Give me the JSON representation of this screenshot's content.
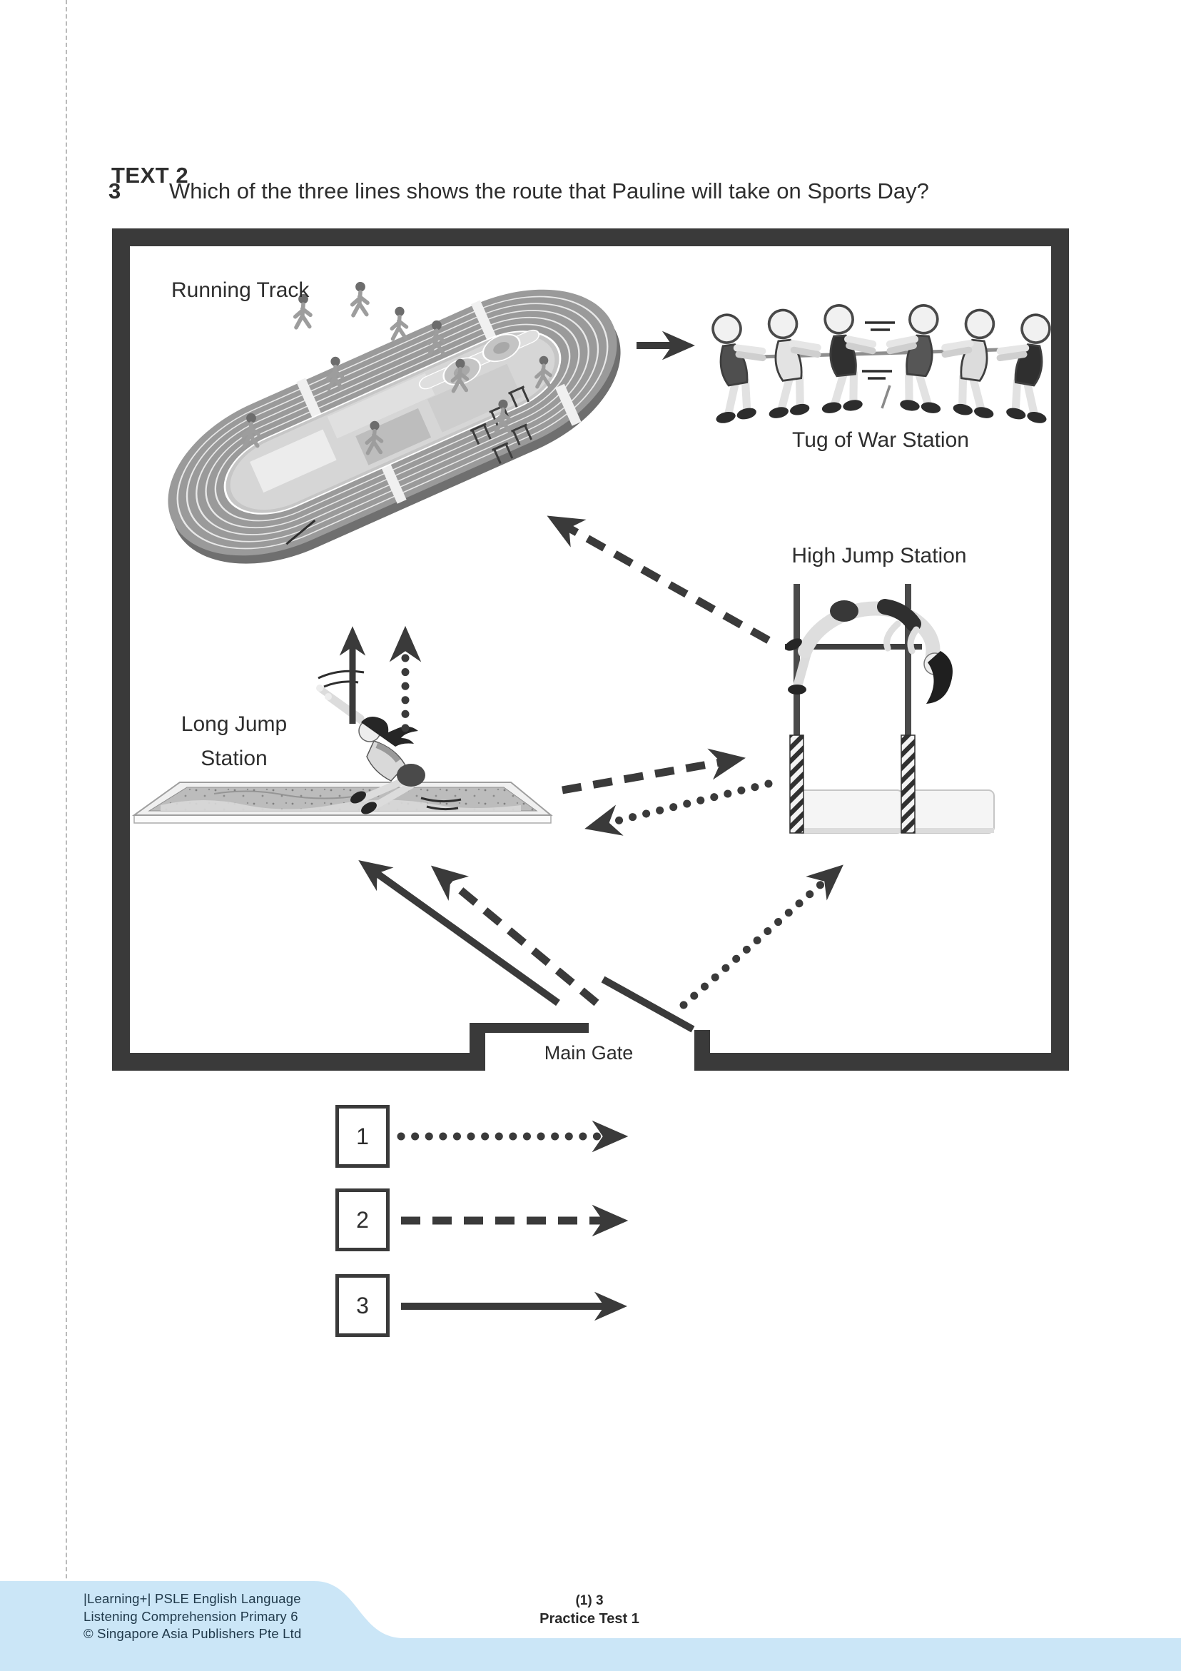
{
  "header": {
    "section": "TEXT 2"
  },
  "question": {
    "number": "3",
    "text": "Which of the three lines shows the route that Pauline will take on Sports Day?"
  },
  "map": {
    "running_track_label": "Running Track",
    "tug_of_war_label": "Tug of War Station",
    "high_jump_label": "High Jump Station",
    "long_jump_label_line1": "Long Jump",
    "long_jump_label_line2": "Station",
    "main_gate_label": "Main Gate"
  },
  "legend": {
    "items": [
      {
        "number": "1",
        "line_style": "dotted"
      },
      {
        "number": "2",
        "line_style": "dashed"
      },
      {
        "number": "3",
        "line_style": "solid"
      }
    ]
  },
  "footer": {
    "imprint_line1": "|Learning+| PSLE English Language",
    "imprint_line2": "Listening Comprehension Primary 6",
    "imprint_line3": "© Singapore Asia Publishers Pte Ltd",
    "page_ref": "(1) 3",
    "test_ref": "Practice Test 1"
  },
  "colors": {
    "ink": "#3a3a3a",
    "footer_band": "#cbe6f7",
    "footer_text": "#20394a"
  }
}
